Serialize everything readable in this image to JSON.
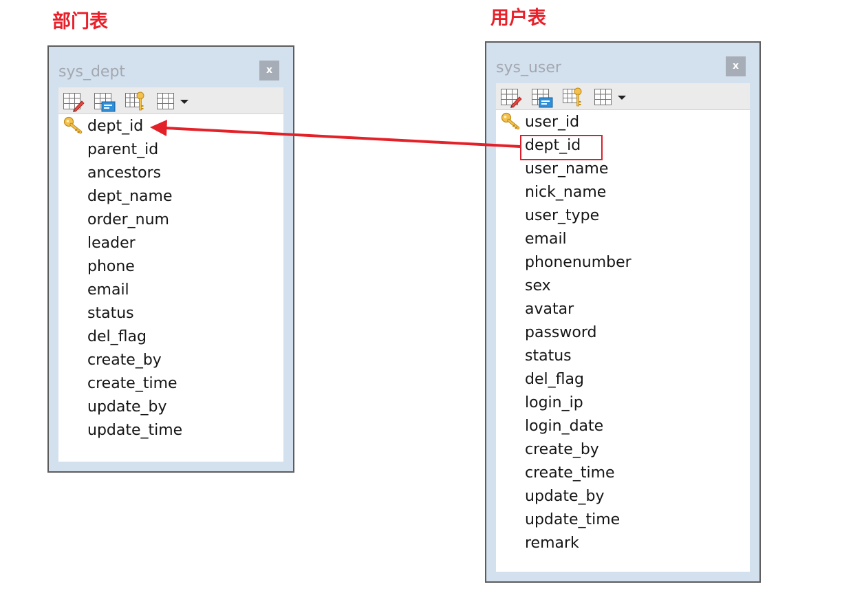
{
  "captions": {
    "dept_table": "部门表",
    "user_table": "用户表"
  },
  "dept_table": {
    "name": "sys_dept",
    "close_label": "x",
    "primary_key": "dept_id",
    "fields": [
      "dept_id",
      "parent_id",
      "ancestors",
      "dept_name",
      "order_num",
      "leader",
      "phone",
      "email",
      "status",
      "del_flag",
      "create_by",
      "create_time",
      "update_by",
      "update_time"
    ]
  },
  "user_table": {
    "name": "sys_user",
    "close_label": "x",
    "primary_key": "user_id",
    "highlighted_field": "dept_id",
    "fields": [
      "user_id",
      "dept_id",
      "user_name",
      "nick_name",
      "user_type",
      "email",
      "phonenumber",
      "sex",
      "avatar",
      "password",
      "status",
      "del_flag",
      "login_ip",
      "login_date",
      "create_by",
      "create_time",
      "update_by",
      "update_time",
      "remark"
    ]
  },
  "relation": {
    "from": "sys_user.dept_id",
    "to": "sys_dept.dept_id"
  },
  "colors": {
    "caption": "#e8202a",
    "arrow": "#e32129",
    "window_bg": "#d3e0ee",
    "window_border": "#5c5c5c"
  },
  "icons": [
    "design-table-icon",
    "form-view-icon",
    "key-index-icon",
    "table-view-dropdown-icon",
    "primary-key-icon",
    "close-icon"
  ]
}
